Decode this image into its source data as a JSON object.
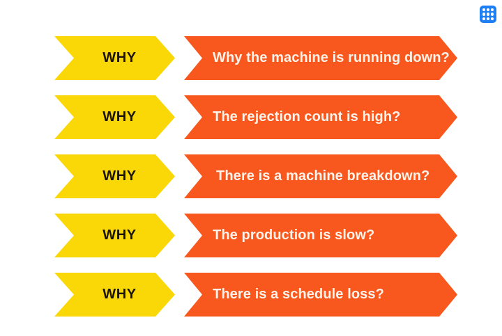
{
  "page": {
    "background_color": "#ffffff",
    "title_visible": false
  },
  "app_icon": {
    "name": "grid-apps-icon",
    "background_color": "#1f7ff5",
    "dot_color": "#ffffff",
    "dot_count": 9
  },
  "theme": {
    "why_banner_color": "#fad808",
    "why_text_color": "#1a1408",
    "question_banner_color": "#f8571d",
    "question_text_color": "#fdf3ea"
  },
  "diagram": {
    "type": "five-whys",
    "rows": [
      {
        "why_label": "WHY",
        "question": "Why the machine is running down?"
      },
      {
        "why_label": "WHY",
        "question": "The rejection count is high?"
      },
      {
        "why_label": "WHY",
        "question": "There is a machine breakdown?"
      },
      {
        "why_label": "WHY",
        "question": "The production is slow?"
      },
      {
        "why_label": "WHY",
        "question": "There is a schedule loss?"
      }
    ]
  }
}
